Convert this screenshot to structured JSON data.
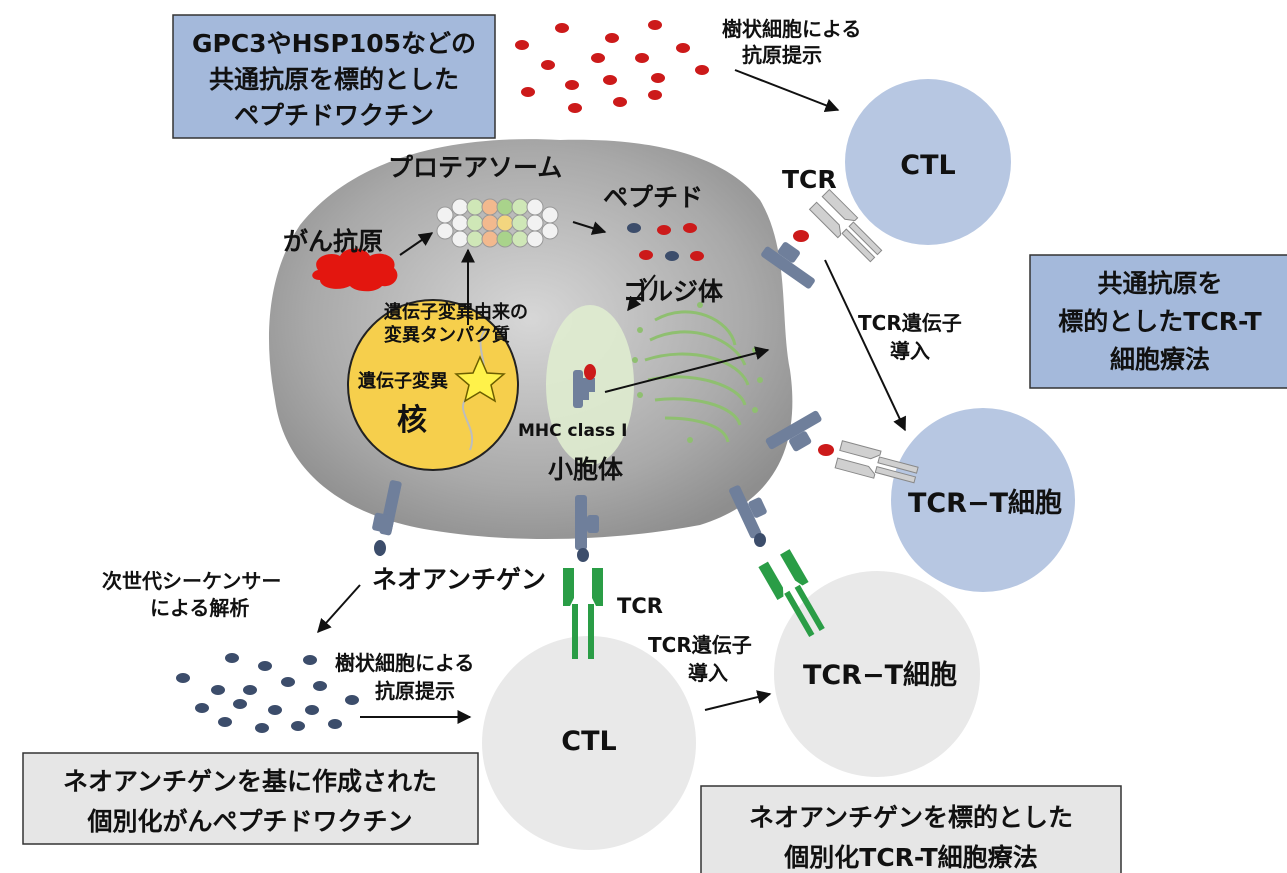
{
  "boxes": {
    "common_vaccine": [
      "GPC3やHSP105などの",
      "共通抗原を標的とした",
      "ペプチドワクチン"
    ],
    "common_tcr": [
      "共通抗原を",
      "標的としたTCR-T",
      "細胞療法"
    ],
    "neo_vaccine": [
      "ネオアンチゲンを基に作成された",
      "個別化がんペプチドワクチン"
    ],
    "neo_tcr": [
      "ネオアンチゲンを標的とした",
      "個別化TCR-T細胞療法"
    ]
  },
  "labels": {
    "dc_top": [
      "樹状細胞による",
      "抗原提示"
    ],
    "proteasome": "プロテアソーム",
    "peptide": "ペプチド",
    "tcr_top": "TCR",
    "cancer_antigen": "がん抗原",
    "golgi": "ゴルジ体",
    "mutant_protein": [
      "遺伝子変異由来の",
      "変異タンパク質"
    ],
    "mutation": "遺伝子変異",
    "nucleus": "核",
    "mhc": "MHC class I",
    "vesicle": "小胞体",
    "tcr_gene_top": [
      "TCR遺伝子",
      "導入"
    ],
    "ngs": [
      "次世代シーケンサー",
      "による解析"
    ],
    "neoantigen": "ネオアンチゲン",
    "tcr_bottom": "TCR",
    "dc_bottom": [
      "樹状細胞による",
      "抗原提示"
    ],
    "tcr_gene_bottom": [
      "TCR遺伝子",
      "導入"
    ]
  },
  "cells": {
    "ctl_top": "CTL",
    "tcrt_top": "TCR−T細胞",
    "ctl_bottom": "CTL",
    "tcrt_bottom": "TCR−T細胞"
  },
  "colors": {
    "blue_box": "#a4b9db",
    "gray_box": "#e6e6e6",
    "blue_cell": "#b7c7e2",
    "gray_cell": "#e9e9e9",
    "tumor_cell": "#a6a6a6",
    "nucleus": "#f6cf4c",
    "red_peptide": "#cc1a1a",
    "navy_peptide": "#3c4d6b",
    "mhc": "#6f7f9b",
    "tcr_gray": "#d0d0d0",
    "tcr_green": "#2a9d46",
    "star": "#fff24a"
  }
}
